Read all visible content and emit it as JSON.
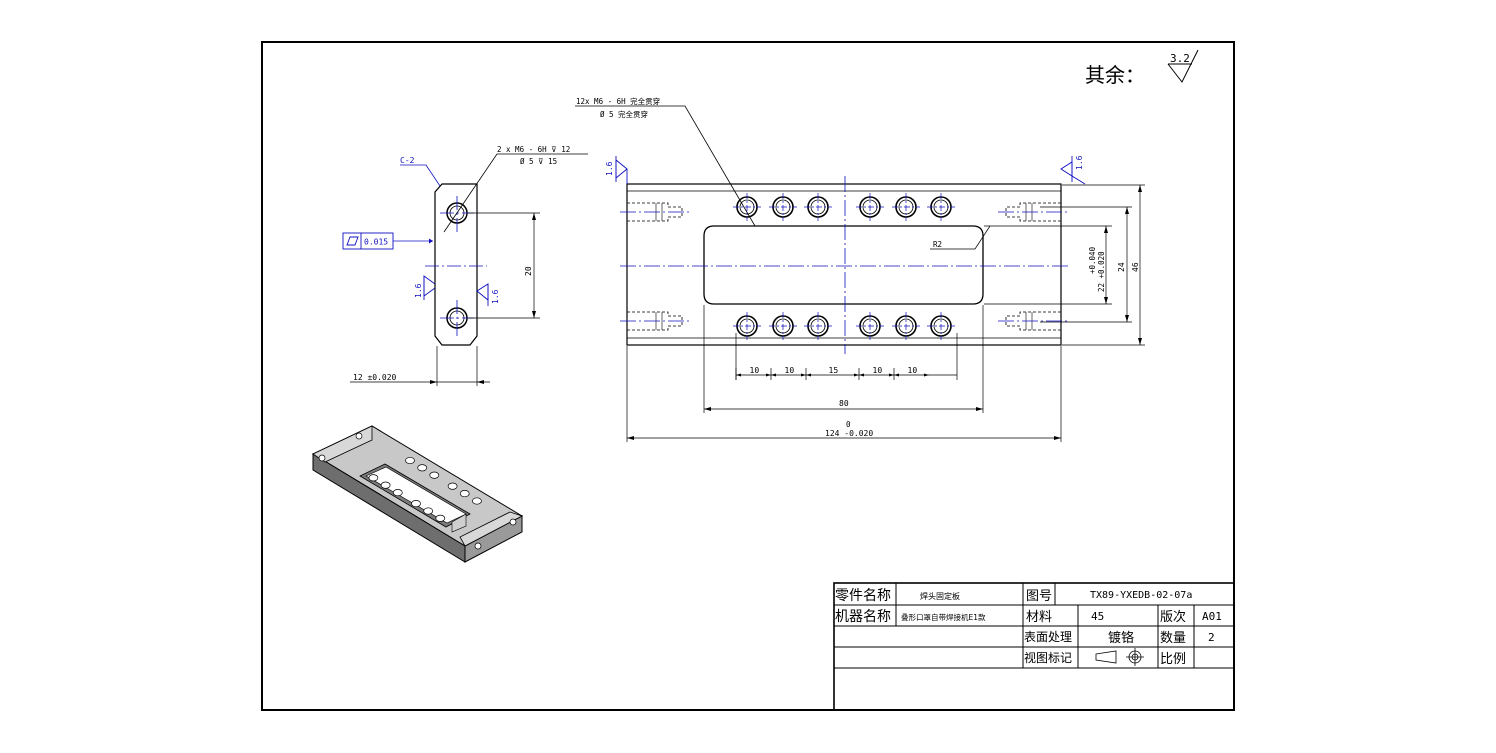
{
  "surface_note": {
    "prefix": "其余：",
    "roughness": "3.2"
  },
  "side_view": {
    "callout_chamfer": "C-2",
    "callout_thread_line1": "2 x  M6 - 6H ⊽ 12",
    "callout_thread_line2": "Ø 5 ⊽ 15",
    "flatness_value": "0.015",
    "roughness_left": "1.6",
    "roughness_right": "1.6",
    "dim_hole_spacing": "20",
    "dim_thickness": "12 ±0.020"
  },
  "front_view": {
    "callout_holes_line1": "12x  M6 - 6H 完全贯穿",
    "callout_holes_line2": "Ø 5 完全贯穿",
    "roughness_left": "1.6",
    "roughness_right": "1.6",
    "radius_label": "R2",
    "dim_pitch": [
      "10",
      "10",
      "15",
      "10",
      "10"
    ],
    "dim_slot_length": "80",
    "dim_overall_upper": "0",
    "dim_overall": "124 -0.020",
    "dim_slot_tol_upper": "+0.040",
    "dim_slot_width": "22 +0.020",
    "dim_hole_rows": "24",
    "dim_width": "46"
  },
  "title_block": {
    "part_name_label": "零件名称",
    "part_name_value": "焊头固定板",
    "drawing_no_label": "图号",
    "drawing_no_value": "TX89-YXEDB-02-07a",
    "machine_name_label": "机器名称",
    "machine_name_value": "叠形口罩自带焊接机E1款",
    "material_label": "材料",
    "material_value": "45",
    "revision_label": "版次",
    "revision_value": "A01",
    "surface_treatment_label": "表面处理",
    "surface_treatment_value": "镀铬",
    "quantity_label": "数量",
    "quantity_value": "2",
    "view_mark_label": "视图标记",
    "scale_label": "比例"
  }
}
